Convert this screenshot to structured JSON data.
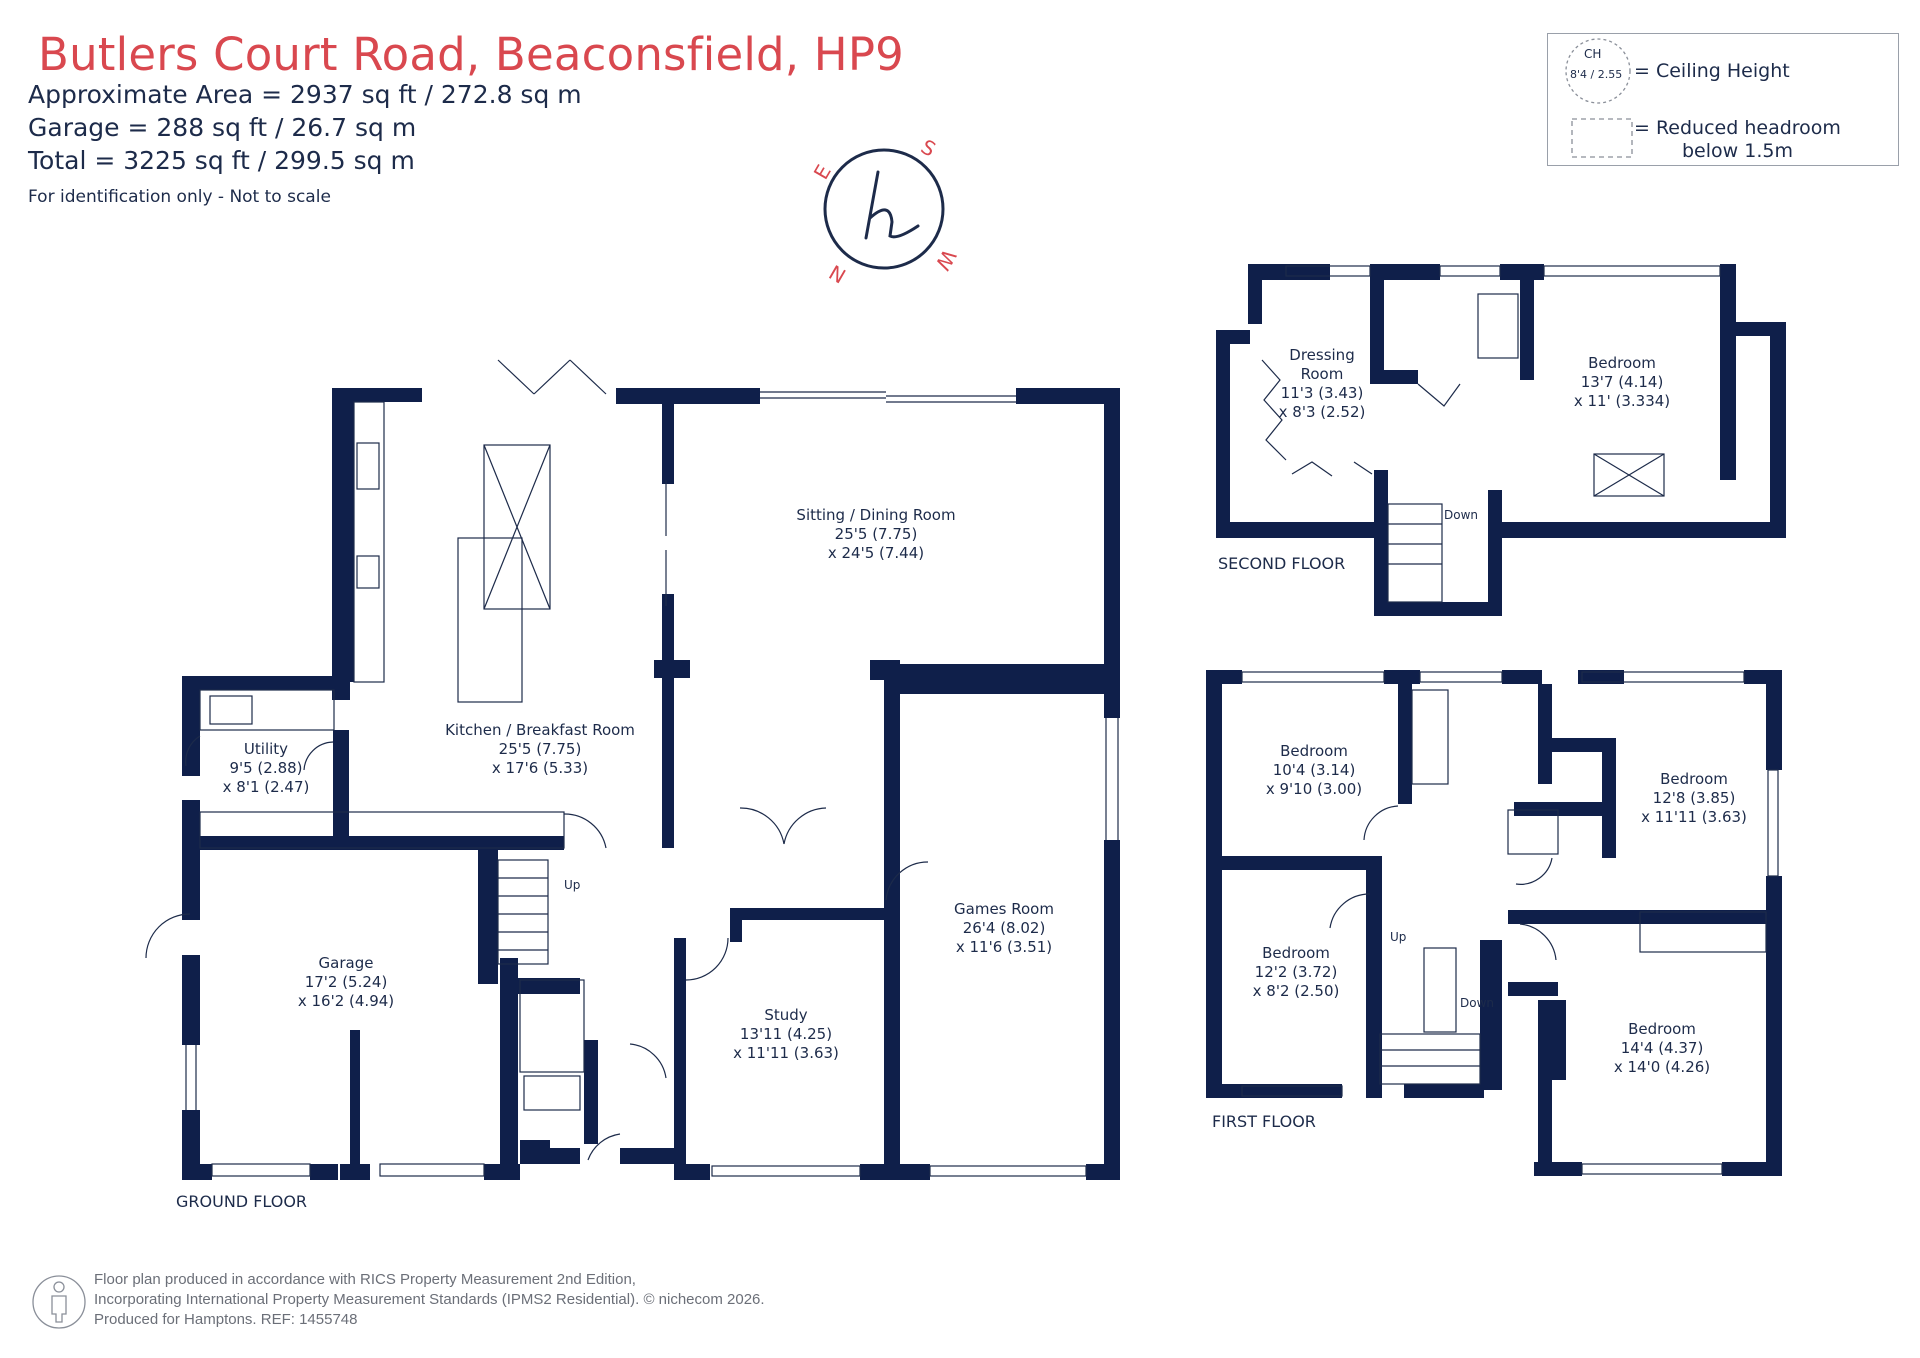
{
  "header": {
    "title": "Butlers Court Road, Beaconsfield, HP9",
    "approx_area": "Approximate Area = 2937  sq ft / 272.8 sq m",
    "garage_area": "Garage = 288 sq ft / 26.7  sq m",
    "total_area": "Total = 3225 sq ft / 299.5 sq m",
    "note": "For identification only - Not to scale"
  },
  "legend": {
    "ch_symbol": "CH",
    "ch_example": "8'4 / 2.55",
    "ceiling_height": "= Ceiling Height",
    "reduced_headroom": "= Reduced headroom",
    "reduced_headroom_2": "below 1.5m"
  },
  "compass": {
    "logo_letter": "h",
    "n": "N",
    "s": "S",
    "e": "E",
    "w": "W"
  },
  "colors": {
    "title": "#d9484f",
    "wall": "#0f1f4a",
    "text": "#1d2b4a"
  },
  "ground_floor": {
    "label": "GROUND FLOOR",
    "rooms": {
      "kitchen": {
        "name": "Kitchen / Breakfast Room",
        "dim1": "25'5 (7.75)",
        "dim2": "x 17'6 (5.33)"
      },
      "sitting": {
        "name": "Sitting / Dining Room",
        "dim1": "25'5 (7.75)",
        "dim2": "x 24'5 (7.44)"
      },
      "utility": {
        "name": "Utility",
        "dim1": "9'5 (2.88)",
        "dim2": "x 8'1 (2.47)"
      },
      "garage": {
        "name": "Garage",
        "dim1": "17'2 (5.24)",
        "dim2": "x 16'2 (4.94)"
      },
      "games": {
        "name": "Games Room",
        "dim1": "26'4 (8.02)",
        "dim2": "x 11'6 (3.51)"
      },
      "study": {
        "name": "Study",
        "dim1": "13'11 (4.25)",
        "dim2": "x 11'11 (3.63)"
      }
    },
    "stairs": {
      "up": "Up"
    }
  },
  "second_floor": {
    "label": "SECOND FLOOR",
    "rooms": {
      "dressing": {
        "name": "Dressing",
        "name2": "Room",
        "dim1": "11'3 (3.43)",
        "dim2": "x 8'3 (2.52)"
      },
      "bedroom": {
        "name": "Bedroom",
        "dim1": "13'7 (4.14)",
        "dim2": "x 11' (3.334)"
      }
    },
    "stairs": {
      "down": "Down"
    }
  },
  "first_floor": {
    "label": "FIRST FLOOR",
    "rooms": {
      "bed1": {
        "name": "Bedroom",
        "dim1": "10'4 (3.14)",
        "dim2": "x 9'10 (3.00)"
      },
      "bed2": {
        "name": "Bedroom",
        "dim1": "12'8 (3.85)",
        "dim2": "x 11'11 (3.63)"
      },
      "bed3": {
        "name": "Bedroom",
        "dim1": "12'2 (3.72)",
        "dim2": "x 8'2 (2.50)"
      },
      "bed4": {
        "name": "Bedroom",
        "dim1": "14'4 (4.37)",
        "dim2": "x 14'0 (4.26)"
      }
    },
    "stairs": {
      "up": "Up",
      "down": "Down"
    }
  },
  "footer": {
    "line1": "Floor plan produced in accordance with RICS Property Measurement 2nd Edition,",
    "line2": "Incorporating International Property Measurement Standards (IPMS2 Residential).   © nichecom 2026.",
    "line3": "Produced for Hamptons.   REF:  1455748"
  }
}
